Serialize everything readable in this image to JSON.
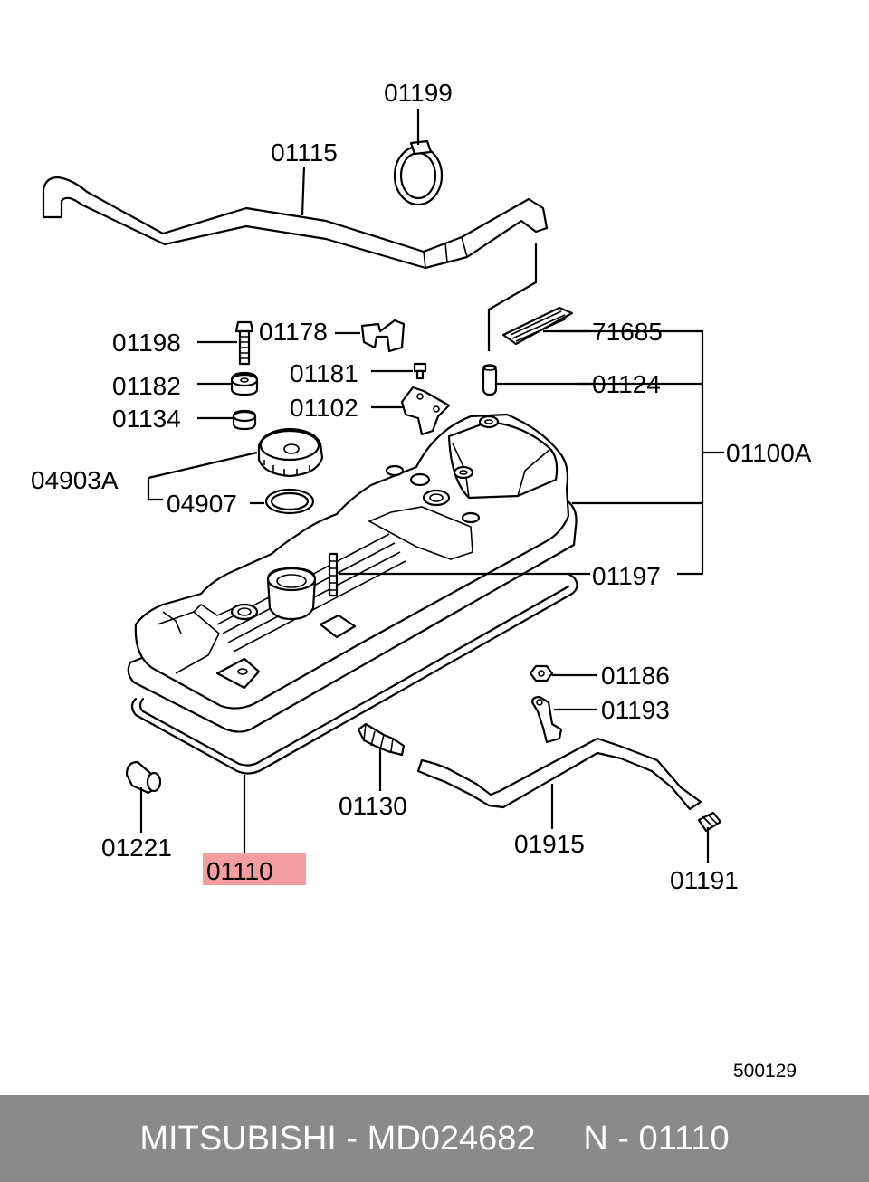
{
  "labels": {
    "p01199": "01199",
    "p01115": "01115",
    "p01198": "01198",
    "p01178": "01178",
    "p01181": "01181",
    "p01182": "01182",
    "p01102": "01102",
    "p01134": "01134",
    "p04903A": "04903A",
    "p04907": "04907",
    "p71685": "71685",
    "p01124": "01124",
    "p01100A": "01100A",
    "p01197": "01197",
    "p01186": "01186",
    "p01193": "01193",
    "p01130": "01130",
    "p01221": "01221",
    "p01915": "01915",
    "p01110": "01110",
    "p01191": "01191"
  },
  "diagram_number": "500129",
  "footer": {
    "brand": "MITSUBISHI",
    "part_number": "MD024682",
    "ref": "N - 01110"
  },
  "colors": {
    "highlight": "#f49da0",
    "footer_bg": "#8a8a8a"
  }
}
